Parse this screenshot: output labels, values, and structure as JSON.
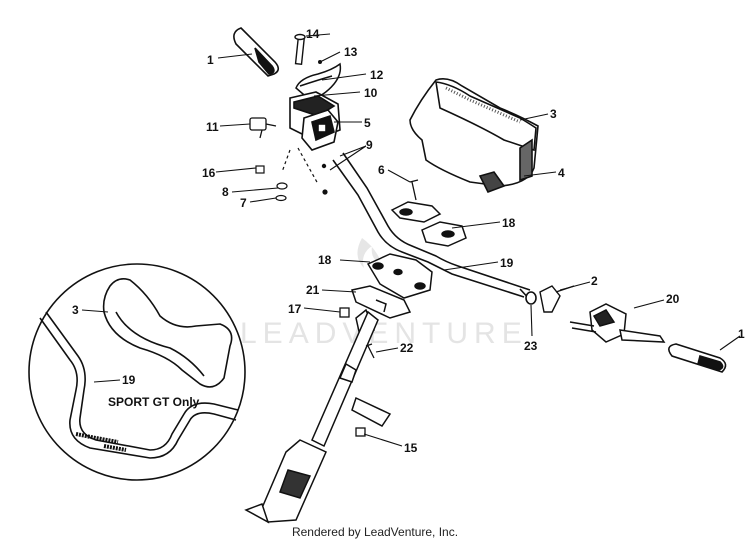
{
  "watermark": "LEADVENTURE",
  "inset_label": "SPORT GT Only",
  "footer": "Rendered by LeadVenture, Inc.",
  "callouts": {
    "c1a": "1",
    "c14": "14",
    "c13": "13",
    "c12": "12",
    "c10": "10",
    "c11": "11",
    "c5": "5",
    "c9": "9",
    "c16": "16",
    "c8": "8",
    "c7": "7",
    "c3": "3",
    "c4": "4",
    "c6": "6",
    "c18a": "18",
    "c18b": "18",
    "c19": "19",
    "c2": "2",
    "c21": "21",
    "c17": "17",
    "c20": "20",
    "c1b": "1",
    "c23": "23",
    "c22": "22",
    "c15": "15",
    "c3i": "3",
    "c19i": "19"
  }
}
